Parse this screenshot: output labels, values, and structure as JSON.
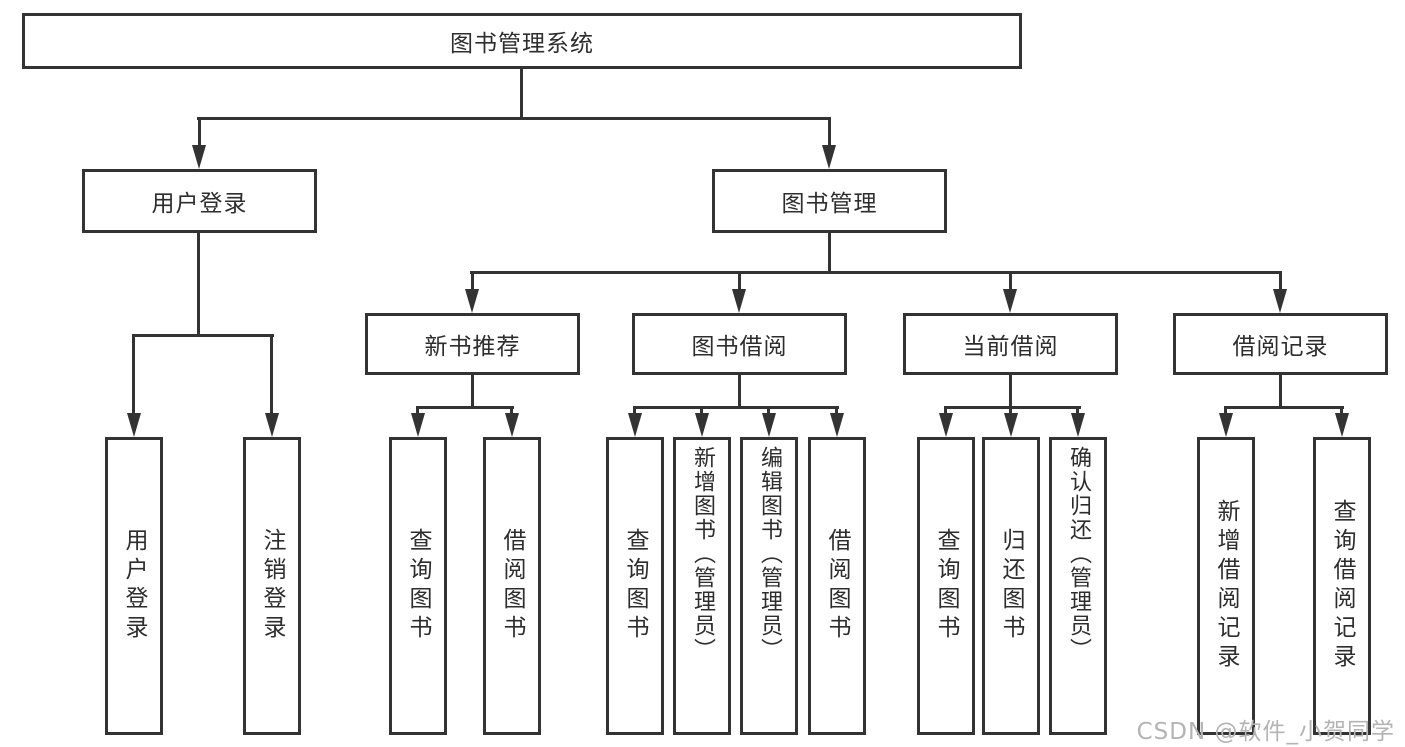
{
  "tree": {
    "root": {
      "label": "图书管理系统"
    },
    "branches": [
      {
        "label": "用户登录",
        "children": [
          {
            "label": "用户登录"
          },
          {
            "label": "注销登录"
          }
        ]
      },
      {
        "label": "图书管理",
        "children": [
          {
            "label": "新书推荐",
            "children": [
              {
                "label": "查询图书"
              },
              {
                "label": "借阅图书"
              }
            ]
          },
          {
            "label": "图书借阅",
            "children": [
              {
                "label": "查询图书"
              },
              {
                "label": "新增图书（管理员）"
              },
              {
                "label": "编辑图书（管理员）"
              },
              {
                "label": "借阅图书"
              }
            ]
          },
          {
            "label": "当前借阅",
            "children": [
              {
                "label": "查询图书"
              },
              {
                "label": "归还图书"
              },
              {
                "label": "确认归还（管理员）"
              }
            ]
          },
          {
            "label": "借阅记录",
            "children": [
              {
                "label": "新增借阅记录"
              },
              {
                "label": "查询借阅记录"
              }
            ]
          }
        ]
      }
    ]
  },
  "watermark": {
    "text": "CSDN @软件_小贺同学"
  },
  "colors": {
    "line": "#333333",
    "text": "#2d2d2d",
    "canvas": "#ffffff",
    "watermark": "#b4b4b4"
  }
}
